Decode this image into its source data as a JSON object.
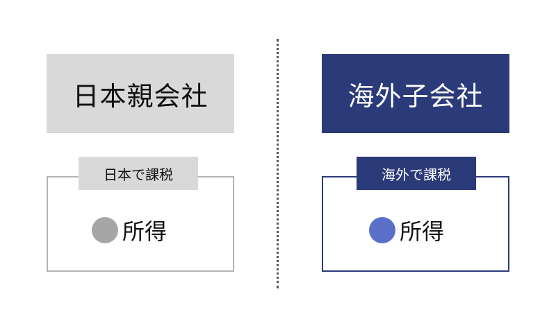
{
  "left": {
    "title": "日本親会社",
    "tag": "日本で課税",
    "item": "所得",
    "colors": {
      "title_bg": "#d9d9d9",
      "frame_border": "#b3b3b3",
      "dot": "#a6a6a6"
    }
  },
  "right": {
    "title": "海外子会社",
    "tag": "海外で課税",
    "item": "所得",
    "colors": {
      "title_bg": "#2b3a78",
      "frame_border": "#2b3a78",
      "dot": "#5a6fc8"
    }
  },
  "divider": {
    "style": "dotted",
    "color": "#555555"
  },
  "icons": {
    "left_dot": "circle-icon",
    "right_dot": "circle-icon"
  }
}
